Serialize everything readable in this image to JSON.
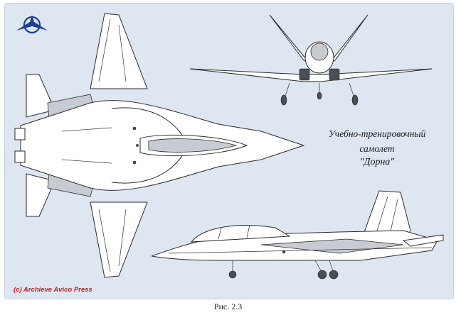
{
  "title": {
    "line1": "Учебно-тренировочный",
    "line2": "самолет",
    "line3": "\"Дорна\""
  },
  "credit": "(c) Archieve Avico Press",
  "caption": "Рис. 2.3",
  "colors": {
    "sheet_bg": "#dde6f1",
    "logo": "#1f3f8a",
    "credit": "#c0201a"
  },
  "icons": {
    "logo": "publisher-logo-icon"
  }
}
